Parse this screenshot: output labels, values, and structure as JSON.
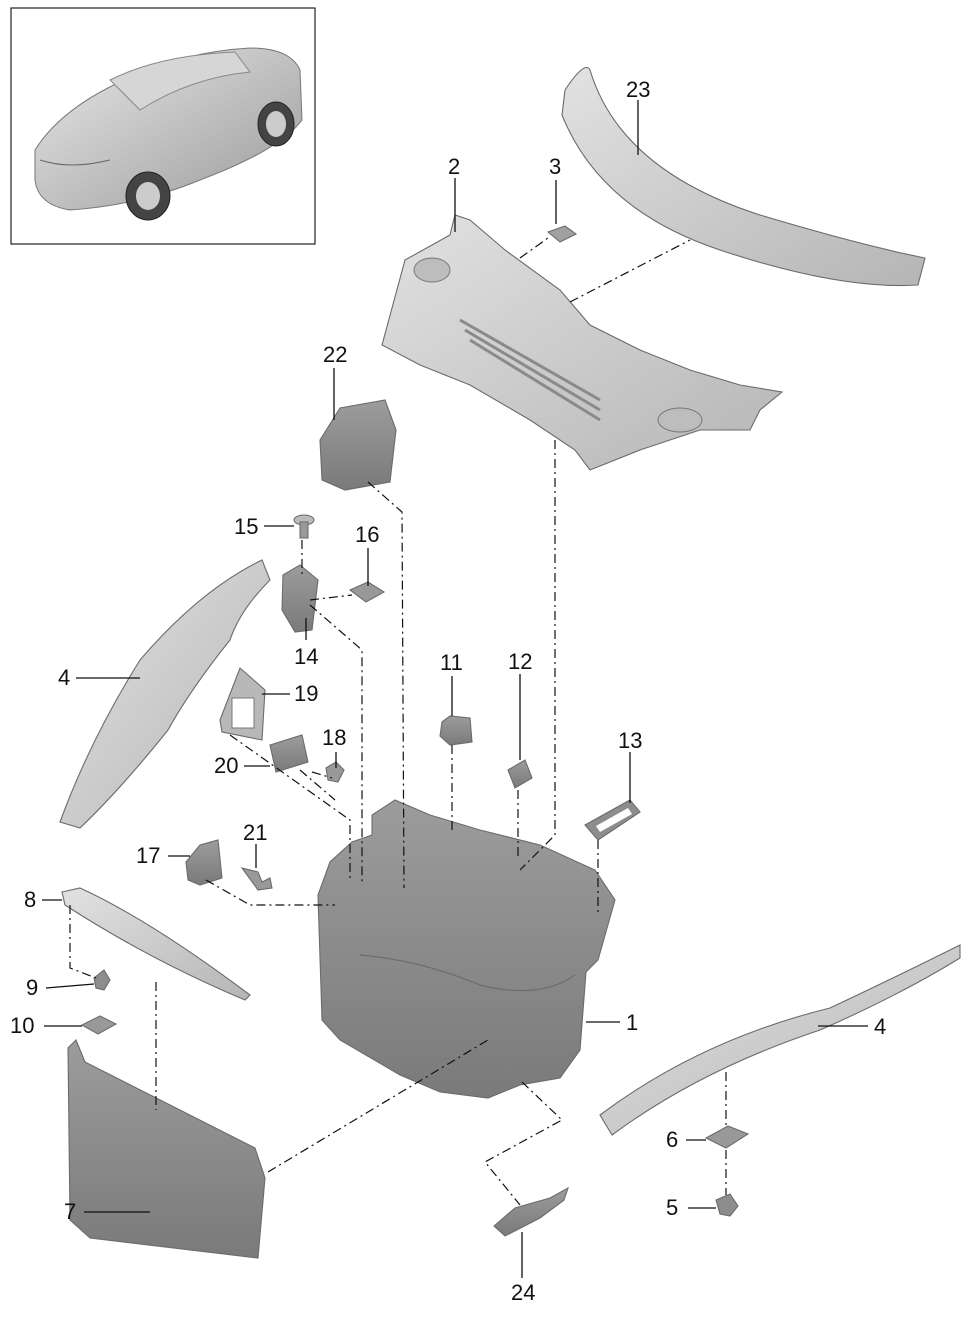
{
  "thumbnail": {
    "icon": "car-thumbnail-icon"
  },
  "callouts": {
    "c1": "1",
    "c2": "2",
    "c3": "3",
    "c4a": "4",
    "c4b": "4",
    "c5": "5",
    "c6": "6",
    "c7": "7",
    "c8": "8",
    "c9": "9",
    "c10": "10",
    "c11": "11",
    "c12": "12",
    "c13": "13",
    "c14": "14",
    "c15": "15",
    "c16": "16",
    "c17": "17",
    "c18": "18",
    "c19": "19",
    "c20": "20",
    "c21": "21",
    "c22": "22",
    "c23": "23",
    "c24": "24"
  },
  "colors": {
    "part_light": "#c9c9c9",
    "part_mid": "#a9a9a9",
    "part_dark": "#8a8a8a",
    "line": "#111111"
  }
}
